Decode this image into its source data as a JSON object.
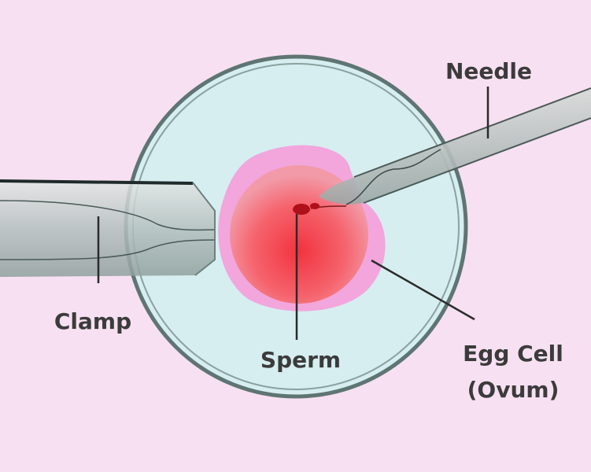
{
  "labels": {
    "needle": "Needle",
    "clamp": "Clamp",
    "sperm": "Sperm",
    "egg_line1": "Egg Cell",
    "egg_line2": "(Ovum)"
  },
  "colors": {
    "background": "#f7e0f2",
    "dish": "#d6eef0",
    "egg_outer": "#f2a6dc",
    "egg_inner": "#f2404f",
    "sperm": "#b0101a",
    "tool": "#9fb0ae"
  }
}
